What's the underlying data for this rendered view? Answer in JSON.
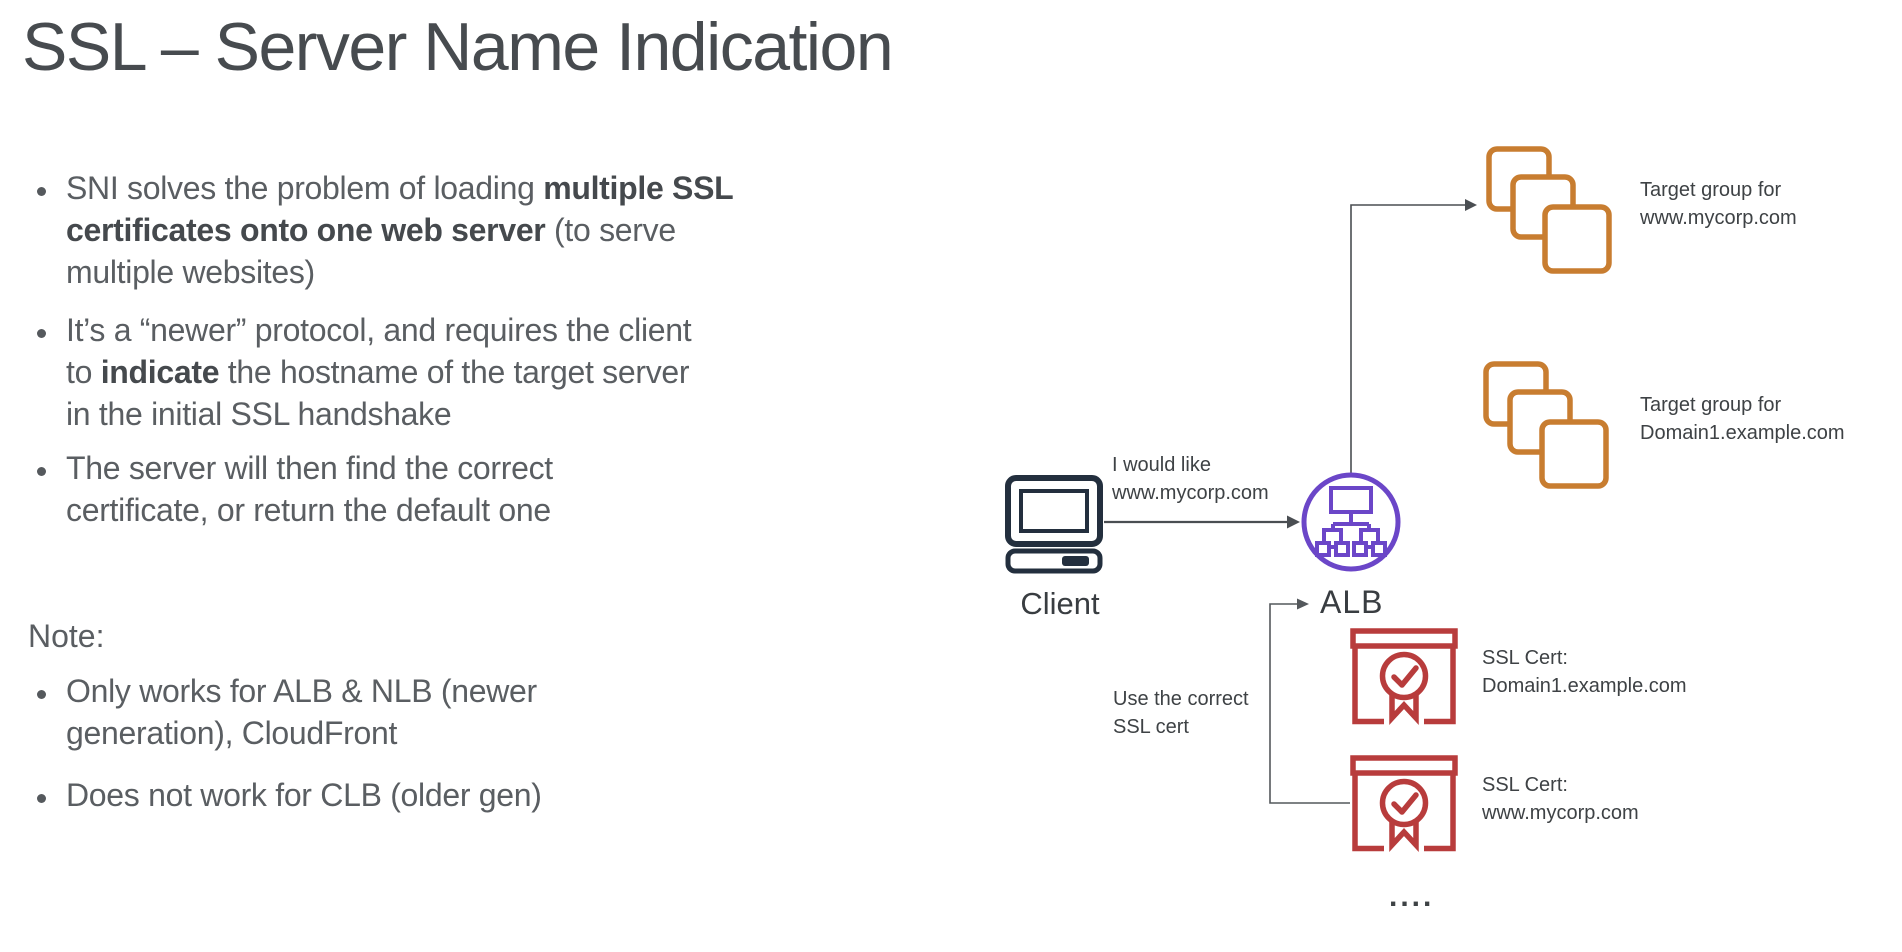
{
  "slide": {
    "title": "SSL – Server Name Indication",
    "bullets": {
      "b1": {
        "l1a": "SNI solves the problem of loading ",
        "l1b": "multiple SSL",
        "l2a": "certificates onto one web server",
        "l2b": " (to serve",
        "l3": "multiple websites)"
      },
      "b2": {
        "l1": "It’s a “newer” protocol, and requires the client",
        "l2a": "to ",
        "l2b": "indicate",
        "l2c": " the hostname of the target server",
        "l3": "in the initial SSL handshake"
      },
      "b3": {
        "l1": "The server will then find the correct",
        "l2": "certificate, or return the default one"
      }
    },
    "note_heading": "Note:",
    "note_bullets": {
      "n1": {
        "l1": "Only works for ALB & NLB (newer",
        "l2": "generation), CloudFront"
      },
      "n2": {
        "l1": "Does not work for CLB (older gen)"
      }
    }
  },
  "diagram": {
    "client_label": "Client",
    "request_line1": "I would like",
    "request_line2": "www.mycorp.com",
    "alb_label": "ALB",
    "use_cert_line1": "Use the correct",
    "use_cert_line2": "SSL cert",
    "target_group_1": {
      "line1": "Target group for",
      "line2": "www.mycorp.com"
    },
    "target_group_2": {
      "line1": "Target group for",
      "line2": "Domain1.example.com"
    },
    "ssl_cert_1": {
      "line1": "SSL Cert:",
      "line2": "Domain1.example.com"
    },
    "ssl_cert_2": {
      "line1": "SSL Cert:",
      "line2": "www.mycorp.com"
    },
    "ellipsis": "...."
  },
  "colors": {
    "title_text": "#474b4f",
    "body_text": "#5a5e62",
    "diagram_text": "#3e4245",
    "client_navy": "#232F3E",
    "alb_purple": "#6B46C8",
    "target_group_orange": "#C87D30",
    "ssl_cert_red": "#B83C3C",
    "connector_gray": "#4a4e52"
  }
}
